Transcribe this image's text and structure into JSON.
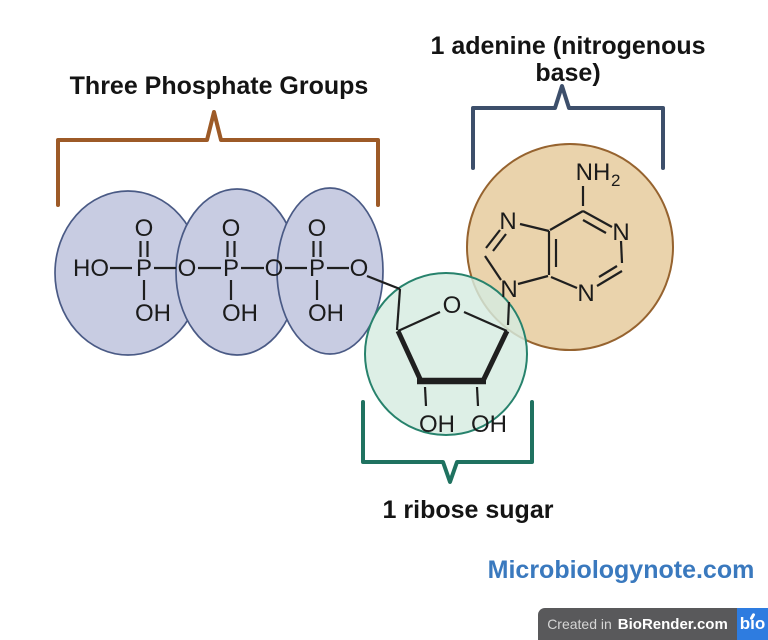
{
  "diagram": {
    "title_phosphate": "Three Phosphate Groups",
    "title_adenine_line1": "1 adenine (nitrogenous",
    "title_adenine_line2": "base)",
    "title_ribose": "1 ribose sugar",
    "watermark": "Microbiologynote.com"
  },
  "chem": {
    "phosphate_row": [
      "HO",
      "P",
      "O",
      "P",
      "O",
      "P",
      "O"
    ],
    "phosphate_top_oxygens": [
      "O",
      "O",
      "O"
    ],
    "phosphate_hydroxyls": [
      "OH",
      "OH",
      "OH"
    ],
    "ribose_ring_oxygen": "O",
    "ribose_hydroxyls": [
      "OH",
      "OH"
    ],
    "adenine_amine_main": "NH",
    "adenine_amine_sub": "2",
    "adenine_nitrogens": [
      "N",
      "N",
      "N",
      "N"
    ]
  },
  "footer": {
    "created_in_prefix": "Created in",
    "brand": "BioRender.com",
    "logo_text": "bıo"
  },
  "colors": {
    "phosphate_fill": "#c8cce2",
    "phosphate_stroke": "#4a5a85",
    "adenine_fill": "#ead3ac",
    "adenine_stroke": "#96632f",
    "ribose_fill": "#d5ebe0",
    "ribose_stroke": "#27826c",
    "bracket_phosphate": "#9d5a27",
    "bracket_adenine": "#3d4f6b",
    "bracket_ribose": "#1f7260",
    "watermark_blue": "#3a79be",
    "badge_gray": "#59595b",
    "logo_blue": "#2e7ce0",
    "bond_black": "#1f1f1f"
  }
}
